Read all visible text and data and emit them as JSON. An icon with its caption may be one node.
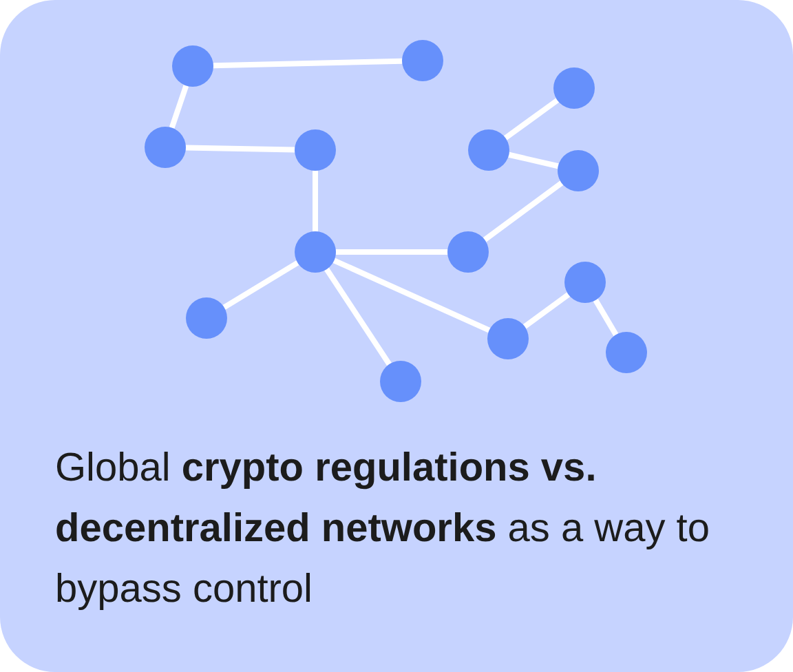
{
  "diagram": {
    "caption": "Global **crypto regulations vs. decentralized networks** as a way to bypass control",
    "nodes": [
      {
        "text": [],
        "shape": "circle"
      },
      {
        "text": [],
        "shape": "circle"
      },
      {
        "text": [],
        "shape": "circle"
      },
      {
        "text": [],
        "shape": "circle"
      },
      {
        "text": [],
        "shape": "circle"
      },
      {
        "text": [],
        "shape": "circle"
      },
      {
        "text": [],
        "shape": "circle"
      },
      {
        "text": [],
        "shape": "circle"
      },
      {
        "text": [],
        "shape": "circle"
      },
      {
        "text": [],
        "shape": "circle"
      },
      {
        "text": [],
        "shape": "circle"
      },
      {
        "text": [],
        "shape": "circle"
      },
      {
        "text": [],
        "shape": "circle"
      },
      {
        "text": [],
        "shape": "circle"
      }
    ],
    "edges": [
      {
        "from": 0,
        "to": 1,
        "arrow": "none"
      },
      {
        "from": 0,
        "to": 2,
        "arrow": "none"
      },
      {
        "from": 2,
        "to": 3,
        "arrow": "none"
      },
      {
        "from": 3,
        "to": 7,
        "arrow": "none"
      },
      {
        "from": 4,
        "to": 5,
        "arrow": "none"
      },
      {
        "from": 5,
        "to": 6,
        "arrow": "none"
      },
      {
        "from": 6,
        "to": 8,
        "arrow": "none"
      },
      {
        "from": 8,
        "to": 7,
        "arrow": "none"
      },
      {
        "from": 7,
        "to": 9,
        "arrow": "none"
      },
      {
        "from": 7,
        "to": 10,
        "arrow": "none"
      },
      {
        "from": 7,
        "to": 11,
        "arrow": "none"
      },
      {
        "from": 11,
        "to": 12,
        "arrow": "none"
      },
      {
        "from": 12,
        "to": 13,
        "arrow": "none"
      }
    ]
  }
}
